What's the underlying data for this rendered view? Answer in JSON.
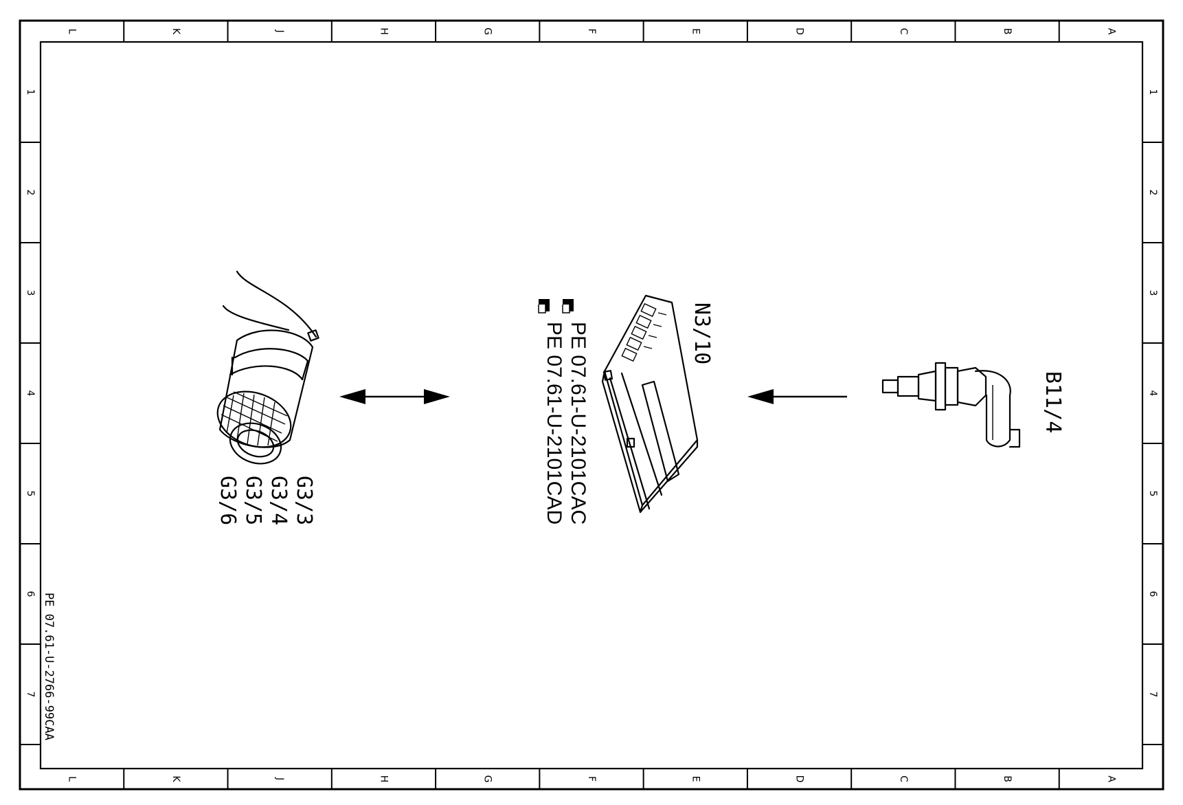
{
  "frame": {
    "column_letters": [
      "L",
      "K",
      "J",
      "H",
      "G",
      "F",
      "E",
      "D",
      "C",
      "B",
      "A"
    ],
    "row_numbers": [
      "1",
      "2",
      "3",
      "4",
      "5",
      "6",
      "7"
    ]
  },
  "components": {
    "actuators": {
      "labels": [
        "G3/3",
        "G3/4",
        "G3/5",
        "G3/6"
      ],
      "icon": "round-actuator-icon"
    },
    "control_unit": {
      "label": "N3/10",
      "references": [
        "PE 07.61-U-2101CAC",
        "PE 07.61-U-2101CAD"
      ],
      "reference_icon": "pointing-hand-icon",
      "icon": "control-unit-icon"
    },
    "sensor": {
      "label": "B11/4",
      "icon": "temperature-sensor-icon"
    }
  },
  "arrows": {
    "left": "double-arrow-icon",
    "right": "arrow-left-icon"
  },
  "doc_reference": "PE 07.61-U-2766-99CAA"
}
